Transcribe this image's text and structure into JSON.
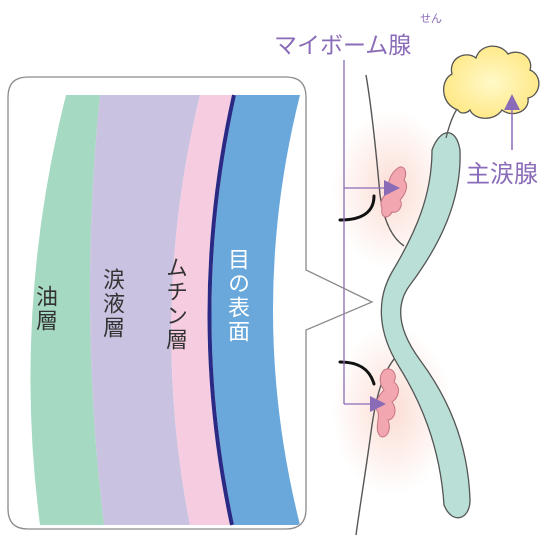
{
  "labels": {
    "meibomian_gland": "マイボーム腺",
    "meibomian_ruby": "せん",
    "lacrimal_gland": "主涙腺",
    "oil_layer": "油層",
    "tear_layer": "涙液層",
    "mucin_layer": "ムチン層",
    "eye_surface": "目の表面"
  },
  "colors": {
    "label_purple": "#8a6bb8",
    "oil_layer": "#a6d9c2",
    "tear_layer": "#c9c2e0",
    "mucin_layer": "#f6cde0",
    "mucin_edge": "#2a2a85",
    "eye_surface": "#6aa8dc",
    "lacrimal_gland": "#fff3a0",
    "cornea": "#b9dfd6",
    "gland_pink": "#f2a6b0",
    "arrow": "#8a6bb8"
  },
  "icons": {
    "meibomian_arrows": "arrow-right-icon",
    "lacrimal_arrow": "arrow-up-icon"
  }
}
